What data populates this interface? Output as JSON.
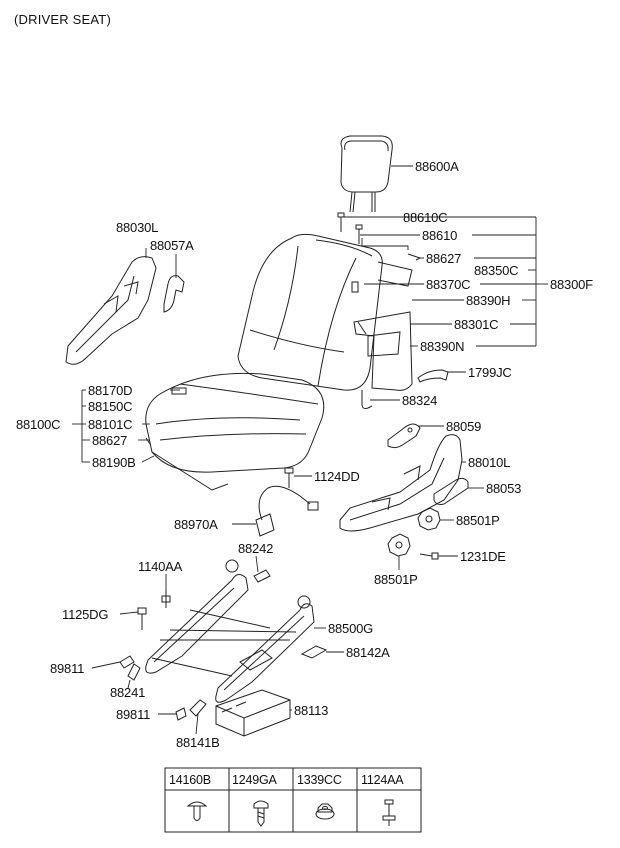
{
  "header": {
    "title": "(DRIVER SEAT)"
  },
  "callouts": {
    "c88600A": "88600A",
    "c88610C": "88610C",
    "c88610": "88610",
    "c88627_top": "88627",
    "c88350C": "88350C",
    "c88370C": "88370C",
    "c88300F": "88300F",
    "c88390H": "88390H",
    "c88301C": "88301C",
    "c88390N": "88390N",
    "c1799JC": "1799JC",
    "c88324": "88324",
    "c88030L": "88030L",
    "c88057A": "88057A",
    "c88170D": "88170D",
    "c88150C": "88150C",
    "c88100C": "88100C",
    "c88101C": "88101C",
    "c88627_low": "88627",
    "c88190B": "88190B",
    "c1124DD": "1124DD",
    "c88059": "88059",
    "c88010L": "88010L",
    "c88053": "88053",
    "c88501P_r": "88501P",
    "c1231DE": "1231DE",
    "c88501P_b": "88501P",
    "c88970A": "88970A",
    "c88242": "88242",
    "c1140AA": "1140AA",
    "c1125DG": "1125DG",
    "c88500G": "88500G",
    "c88142A": "88142A",
    "c89811_a": "89811",
    "c88241": "88241",
    "c89811_b": "89811",
    "c88113": "88113",
    "c88141B": "88141B"
  },
  "fastener_table": {
    "headers": [
      "14160B",
      "1249GA",
      "1339CC",
      "1124AA"
    ],
    "icons": [
      "push-clip-icon",
      "screw-icon",
      "flange-nut-icon",
      "bolt-icon"
    ]
  }
}
